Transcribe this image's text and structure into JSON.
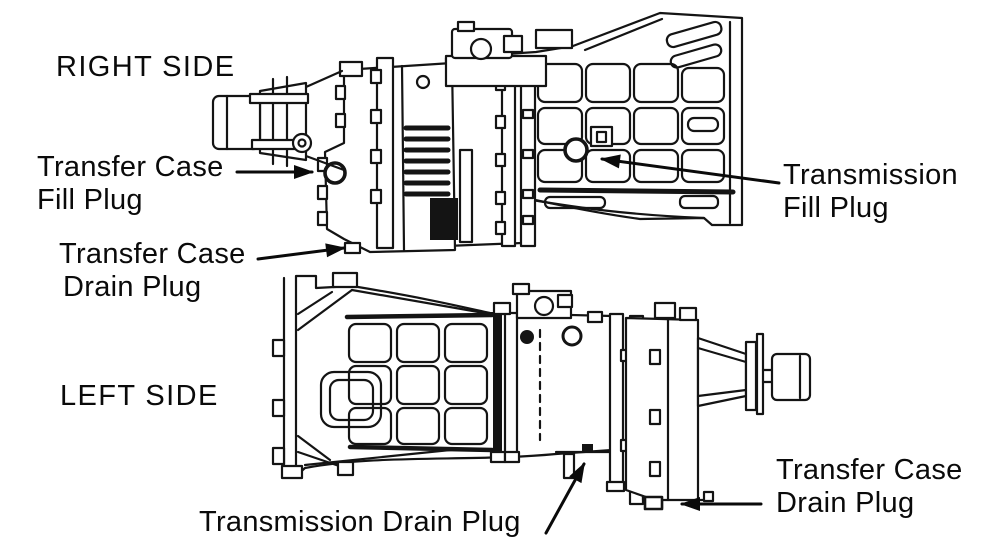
{
  "figure": {
    "paper_color": "#ffffff",
    "ink_color": "#111111",
    "description_type": "transmission-lubrication-plug-diagram"
  },
  "side_labels": {
    "right": "RIGHT SIDE",
    "left": "LEFT SIDE"
  },
  "callouts": {
    "transfer_case_fill": {
      "line1": "Transfer Case",
      "line2": "Fill Plug"
    },
    "transfer_case_drain_right_view": {
      "line1": "Transfer Case",
      "line2": "Drain Plug"
    },
    "transmission_fill": {
      "line1": "Transmission",
      "line2": "Fill Plug"
    },
    "transmission_drain": {
      "text": "Transmission Drain Plug"
    },
    "transfer_case_drain_left_view": {
      "line1": "Transfer Case",
      "line2": "Drain Plug"
    }
  }
}
